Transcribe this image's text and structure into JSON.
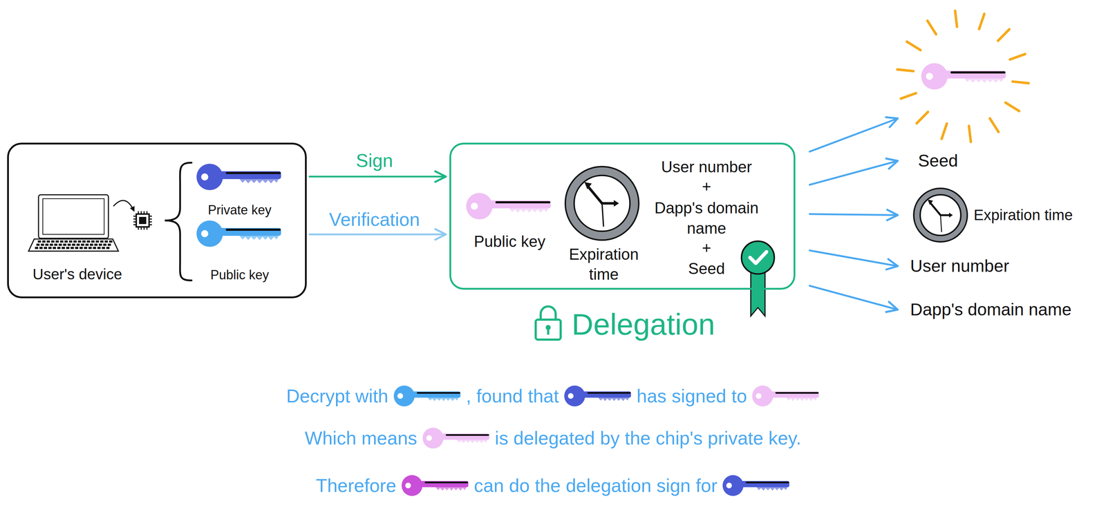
{
  "diagram": {
    "nodes": [
      {
        "text": [
          "User's device",
          "Private key",
          "Public key"
        ]
      },
      {
        "text": [
          "Public key",
          "Expiration time",
          "User number",
          "+",
          "Dapp's domain name",
          "+",
          "Seed",
          "Delegation"
        ]
      },
      {
        "text": [
          "Seed"
        ]
      },
      {
        "text": [
          "Expiration time"
        ]
      },
      {
        "text": [
          "User number"
        ]
      },
      {
        "text": [
          "Dapp's domain name"
        ]
      }
    ],
    "edges": [
      {
        "from": 0,
        "to": 1,
        "label": "Sign",
        "arrow": "to"
      },
      {
        "from": 0,
        "to": 1,
        "label": "Verification",
        "arrow": "to"
      },
      {
        "from": 1,
        "to": 2,
        "arrow": "to"
      },
      {
        "from": 1,
        "to": 2,
        "arrow": "to"
      },
      {
        "from": 1,
        "to": 3,
        "arrow": "to"
      },
      {
        "from": 1,
        "to": 4,
        "arrow": "to"
      },
      {
        "from": 1,
        "to": 5,
        "arrow": "to"
      }
    ],
    "labels": [
      "Decrypt with",
      ", found that",
      "has signed to",
      "Which means",
      "is delegated by the chip's private key.",
      "Therefore",
      "can do the delegation sign for"
    ]
  }
}
